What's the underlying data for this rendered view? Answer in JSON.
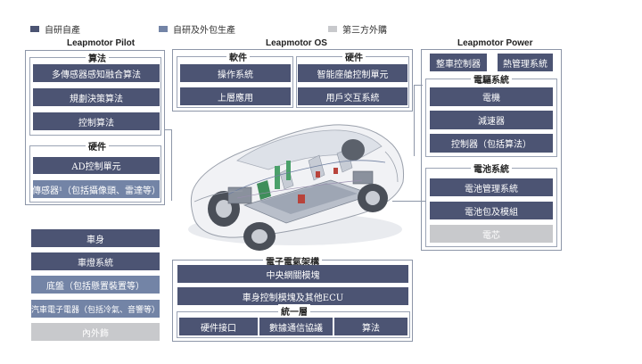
{
  "legend": [
    {
      "label": "自研自產",
      "color": "#4c5473"
    },
    {
      "label": "自研及外包生產",
      "color": "#7384a6"
    },
    {
      "label": "第三方外購",
      "color": "#c8c9cc"
    }
  ],
  "pilot": {
    "title": "Leapmotor Pilot",
    "algo_title": "算法",
    "algo_items": [
      "多傳感器感知融合算法",
      "規劃決策算法",
      "控制算法"
    ],
    "hw_title": "硬件",
    "hw_items": [
      "AD控制單元",
      "傳感器¹（包括攝像頭、雷達等）"
    ]
  },
  "os": {
    "title": "Leapmotor OS",
    "sw_title": "軟件",
    "sw_items": [
      "操作系統",
      "上層應用"
    ],
    "hw_title": "硬件",
    "hw_items": [
      "智能座艙控制單元",
      "用戶交互系統"
    ]
  },
  "power": {
    "title": "Leapmotor Power",
    "top_items": [
      "整車控制器",
      "熱管理系統"
    ],
    "drive_title": "電驅系統",
    "drive_items": [
      "電機",
      "減速器",
      "控制器（包括算法）"
    ],
    "battery_title": "電池系統",
    "battery_items": [
      "電池管理系統",
      "電池包及模組",
      "電芯"
    ]
  },
  "body_list": [
    "車身",
    "車燈系統",
    "底盤（包括懸置裝置等）",
    "汽車電子電器（包括冷氣、音響等）",
    "內外飾"
  ],
  "ee": {
    "title": "電子電氣架構",
    "items": [
      "中央網關模塊",
      "車身控制模塊及其他ECU"
    ],
    "unified_title": "統一層",
    "unified_items": [
      "硬件接口",
      "數據通信協議",
      "算法"
    ]
  }
}
